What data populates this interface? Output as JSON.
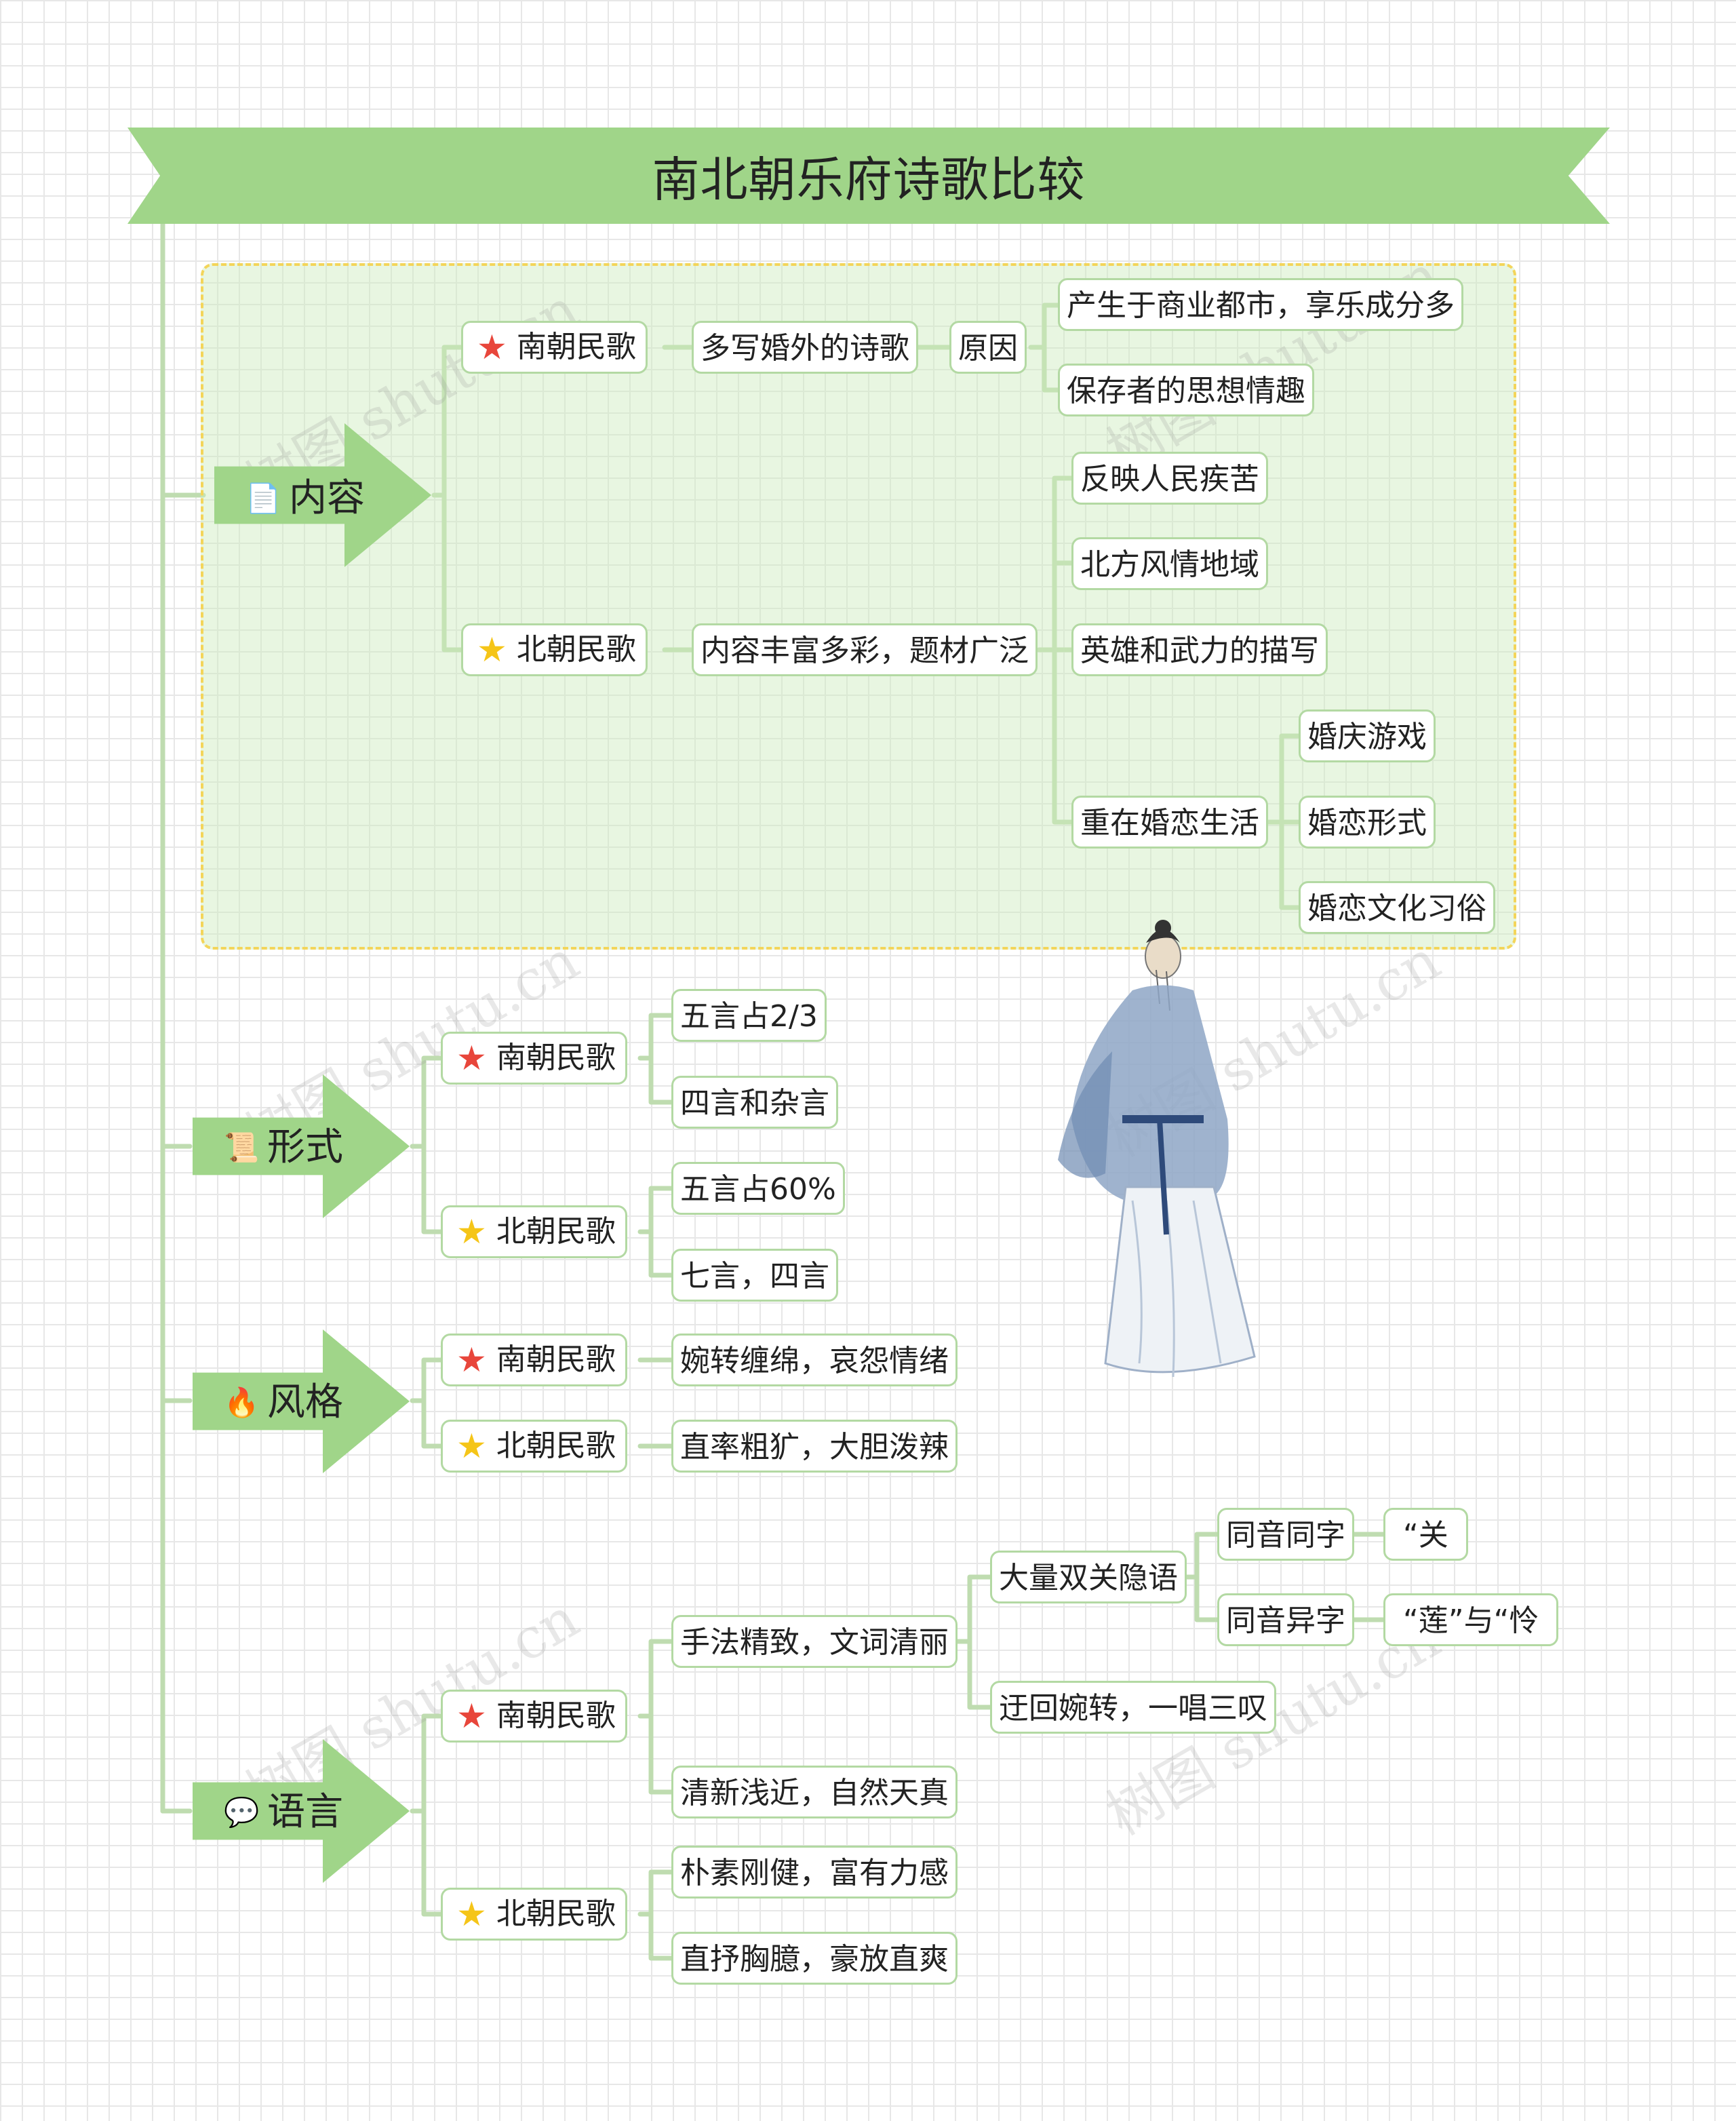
{
  "title": "南北朝乐府诗歌比较",
  "watermark": "树图 shutu.cn",
  "colors": {
    "branch": "#a0d589",
    "frame_border": "#f3d55a",
    "node_border": "#b3d9a3",
    "star_south": "#e8463b",
    "star_north": "#f5c518"
  },
  "sections": {
    "content": {
      "label": "内容",
      "icon": "notepad-icon",
      "south": {
        "label": "南朝民歌",
        "detail": "多写婚外的诗歌",
        "reason_label": "原因",
        "reasons": [
          "产生于商业都市，享乐成分多",
          "保存者的思想情趣"
        ]
      },
      "north": {
        "label": "北朝民歌",
        "detail": "内容丰富多彩，题材广泛",
        "items": [
          "反映人民疾苦",
          "北方风情地域",
          "英雄和武力的描写",
          "重在婚恋生活"
        ],
        "love_items": [
          "婚庆游戏",
          "婚恋形式",
          "婚恋文化习俗"
        ]
      }
    },
    "form": {
      "label": "形式",
      "icon": "scroll-icon",
      "south": {
        "label": "南朝民歌",
        "items": [
          "五言占2/3",
          "四言和杂言"
        ]
      },
      "north": {
        "label": "北朝民歌",
        "items": [
          "五言占60%",
          "七言，四言"
        ]
      }
    },
    "style": {
      "label": "风格",
      "icon": "fire-icon",
      "south": {
        "label": "南朝民歌",
        "detail": "婉转缠绵，哀怨情绪"
      },
      "north": {
        "label": "北朝民歌",
        "detail": "直率粗犷，大胆泼辣"
      }
    },
    "language": {
      "label": "语言",
      "icon": "chat-bubble-icon",
      "south": {
        "label": "南朝民歌",
        "detail1": "手法精致，文词清丽",
        "detail2": "清新浅近，自然天真",
        "pun": "大量双关隐语",
        "same_char": "同音同字",
        "same_char_example": "“关",
        "diff_char": "同音异字",
        "diff_char_example": "“莲”与“怜",
        "winding": "迂回婉转，一唱三叹"
      },
      "north": {
        "label": "北朝民歌",
        "items": [
          "朴素刚健，富有力感",
          "直抒胸臆，豪放直爽"
        ]
      }
    }
  }
}
